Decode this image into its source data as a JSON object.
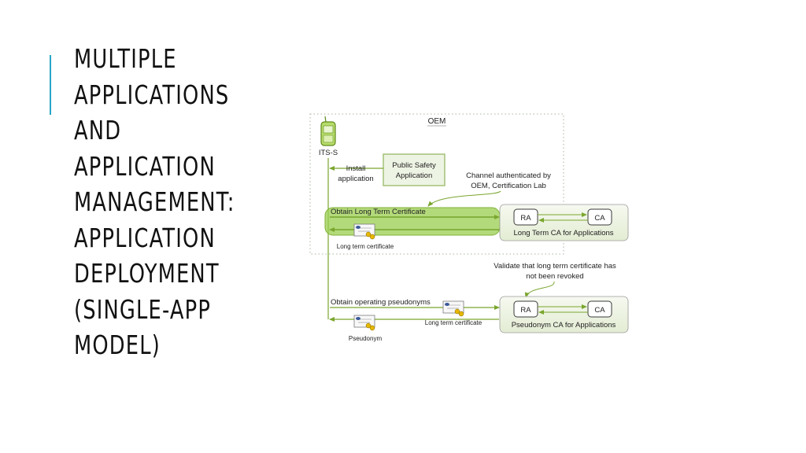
{
  "slide": {
    "title_lines": [
      "MULTIPLE",
      "APPLICATIONS",
      "AND",
      "APPLICATION",
      "MANAGEMENT:",
      "APPLICATION",
      "DEPLOYMENT",
      "(SINGLE-APP",
      "MODEL)"
    ]
  },
  "diagram": {
    "oem_label": "OEM",
    "its_label": "ITS-S",
    "install_line1": "Install",
    "install_line2": "application",
    "psa_line1": "Public Safety",
    "psa_line2": "Application",
    "channel_line1": "Channel authenticated by",
    "channel_line2": "OEM, Certification Lab",
    "obtain_ltc": "Obtain Long Term Certificate",
    "ltc_caption": "Long term certificate",
    "ltca_label": "Long Term CA for Applications",
    "ra_label": "RA",
    "ca_label": "CA",
    "validate_line1": "Validate that long term certificate has",
    "validate_line2": "not been revoked",
    "obtain_pseudo": "Obtain operating pseudonyms",
    "ltc_caption2": "Long term certificate",
    "pca_label": "Pseudonym CA for Applications",
    "pseudonym_caption": "Pseudonym"
  },
  "colors": {
    "accent": "#2aa6c8",
    "green_line": "#7aa62e",
    "box_fill": "#eef4e4",
    "highlight": "#9acd4d"
  }
}
